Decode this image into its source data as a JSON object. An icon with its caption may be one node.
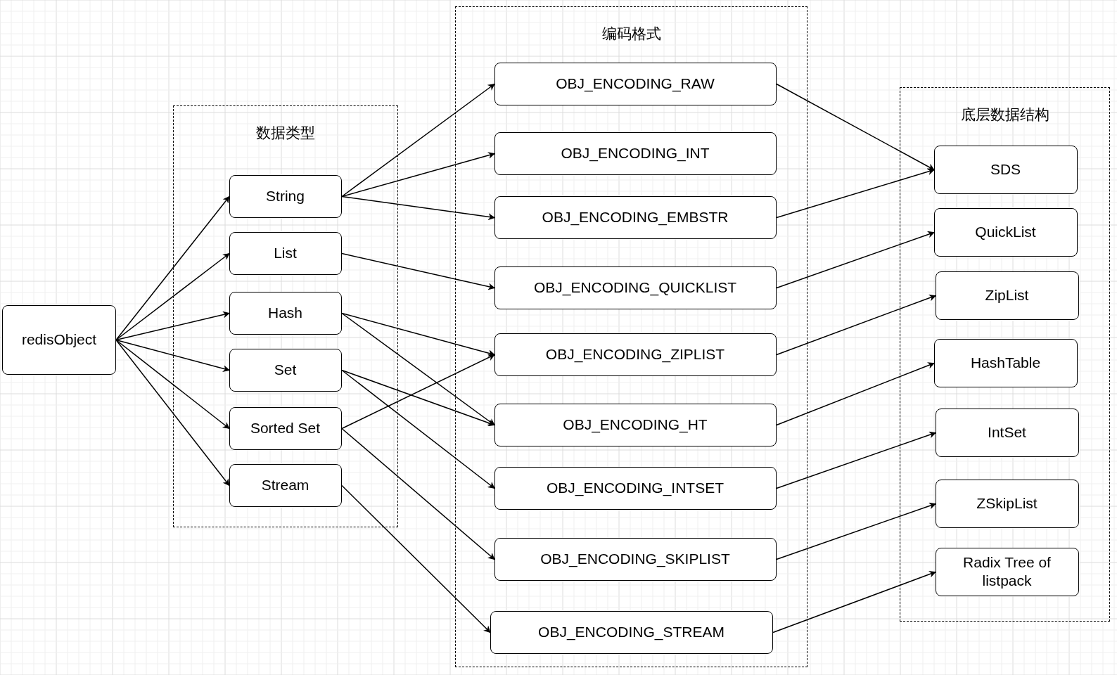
{
  "diagram": {
    "nodes": [
      {
        "text": [
          "数据类型"
        ]
      },
      {
        "text": [
          "编码格式"
        ]
      },
      {
        "text": [
          "底层数据结构"
        ]
      },
      {
        "text": [
          "redisObject"
        ]
      },
      {
        "text": [
          "String"
        ],
        "in": 0
      },
      {
        "text": [
          "List"
        ],
        "in": 0
      },
      {
        "text": [
          "Hash"
        ],
        "in": 0
      },
      {
        "text": [
          "Set"
        ],
        "in": 0
      },
      {
        "text": [
          "Sorted Set"
        ],
        "in": 0
      },
      {
        "text": [
          "Stream"
        ],
        "in": 0
      },
      {
        "text": [
          "OBJ_ENCODING_RAW"
        ],
        "in": 1
      },
      {
        "text": [
          "OBJ_ENCODING_INT"
        ],
        "in": 1
      },
      {
        "text": [
          "OBJ_ENCODING_EMBSTR"
        ],
        "in": 1
      },
      {
        "text": [
          "OBJ_ENCODING_QUICKLIST"
        ],
        "in": 1
      },
      {
        "text": [
          "OBJ_ENCODING_ZIPLIST"
        ],
        "in": 1
      },
      {
        "text": [
          "OBJ_ENCODING_HT"
        ],
        "in": 1
      },
      {
        "text": [
          "OBJ_ENCODING_INTSET"
        ],
        "in": 1
      },
      {
        "text": [
          "OBJ_ENCODING_SKIPLIST"
        ],
        "in": 1
      },
      {
        "text": [
          "OBJ_ENCODING_STREAM"
        ],
        "in": 1
      },
      {
        "text": [
          "SDS"
        ],
        "in": 2
      },
      {
        "text": [
          "QuickList"
        ],
        "in": 2
      },
      {
        "text": [
          "ZipList"
        ],
        "in": 2
      },
      {
        "text": [
          "HashTable"
        ],
        "in": 2
      },
      {
        "text": [
          "IntSet"
        ],
        "in": 2
      },
      {
        "text": [
          "ZSkipList"
        ],
        "in": 2
      },
      {
        "text": [
          "Radix Tree of listpack"
        ],
        "in": 2
      }
    ],
    "edges": [
      {
        "from": 3,
        "to": 4,
        "arrow": "to"
      },
      {
        "from": 3,
        "to": 5,
        "arrow": "to"
      },
      {
        "from": 3,
        "to": 6,
        "arrow": "to"
      },
      {
        "from": 3,
        "to": 7,
        "arrow": "to"
      },
      {
        "from": 3,
        "to": 8,
        "arrow": "to"
      },
      {
        "from": 3,
        "to": 9,
        "arrow": "to"
      },
      {
        "from": 4,
        "to": 10,
        "arrow": "to"
      },
      {
        "from": 4,
        "to": 11,
        "arrow": "to"
      },
      {
        "from": 4,
        "to": 12,
        "arrow": "to"
      },
      {
        "from": 5,
        "to": 13,
        "arrow": "to"
      },
      {
        "from": 6,
        "to": 14,
        "arrow": "to"
      },
      {
        "from": 6,
        "to": 15,
        "arrow": "to"
      },
      {
        "from": 7,
        "to": 15,
        "arrow": "to"
      },
      {
        "from": 7,
        "to": 16,
        "arrow": "to"
      },
      {
        "from": 8,
        "to": 14,
        "arrow": "to"
      },
      {
        "from": 8,
        "to": 17,
        "arrow": "to"
      },
      {
        "from": 9,
        "to": 18,
        "arrow": "to"
      },
      {
        "from": 10,
        "to": 19,
        "arrow": "to"
      },
      {
        "from": 12,
        "to": 19,
        "arrow": "to"
      },
      {
        "from": 13,
        "to": 20,
        "arrow": "to"
      },
      {
        "from": 14,
        "to": 21,
        "arrow": "to"
      },
      {
        "from": 15,
        "to": 22,
        "arrow": "to"
      },
      {
        "from": 16,
        "to": 23,
        "arrow": "to"
      },
      {
        "from": 17,
        "to": 24,
        "arrow": "to"
      },
      {
        "from": 18,
        "to": 25,
        "arrow": "to"
      }
    ]
  }
}
